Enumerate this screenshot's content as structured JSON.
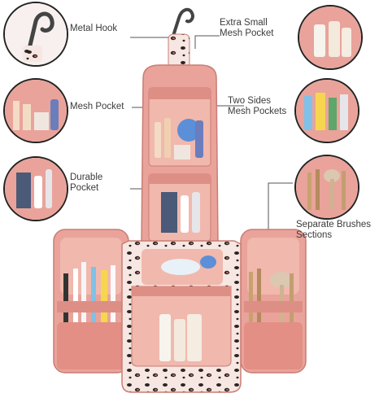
{
  "labels": {
    "metal_hook": "Metal Hook",
    "extra_small_line1": "Extra Small",
    "extra_small_line2": "Mesh Pocket",
    "mesh_pocket": "Mesh Pocket",
    "two_sides_line1": "Two Sides",
    "two_sides_line2": "Mesh Pockets",
    "durable_line1": "Durable",
    "durable_line2": "Pocket",
    "separate_line1": "Separate Brushes",
    "separate_line2": "Sections"
  },
  "colors": {
    "bag_pink": "#e9a39a",
    "bag_dark": "#c97d74",
    "lining": "#f1b8ad",
    "leopard_base": "#f6e7e2",
    "leopard_spot": "#2b2424",
    "spot_accent": "#c86e5c",
    "hook": "#444444",
    "line": "#555555"
  }
}
